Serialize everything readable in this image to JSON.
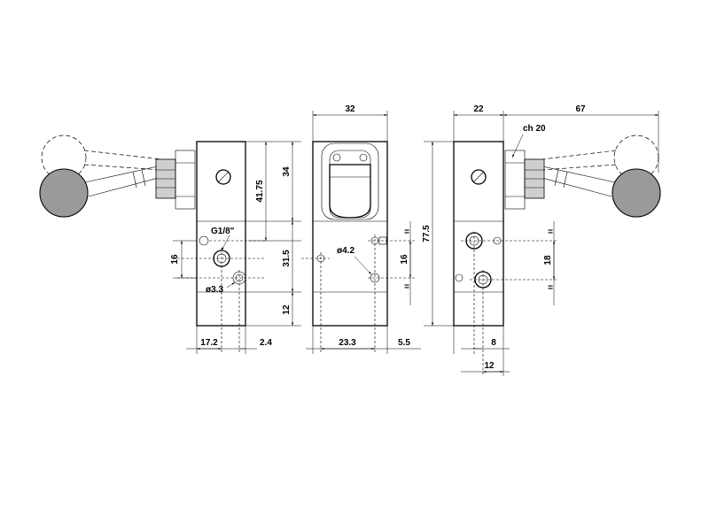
{
  "labels": {
    "w32": "32",
    "w22": "22",
    "w67": "67",
    "h41": "41.75",
    "h34": "34",
    "h77": "77.5",
    "h31": "31.5",
    "h16a": "16",
    "h16b": "16",
    "h12": "12",
    "h18": "18",
    "b172": "17.2",
    "b24": "2.4",
    "b233": "23.3",
    "b55": "5.5",
    "b8": "8",
    "b12": "12",
    "port": "G1/8\"",
    "d33": "ø3.3",
    "d42": "ø4.2",
    "ch20": "ch 20",
    "eq1": "=",
    "eq2": "=",
    "eq3": "=",
    "eq4": "="
  }
}
